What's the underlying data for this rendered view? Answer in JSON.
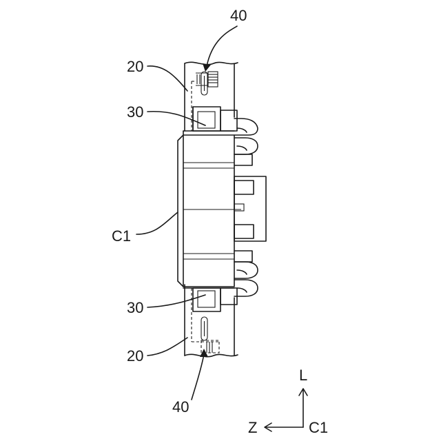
{
  "labels": {
    "part_40_top": "40",
    "part_20_top": "20",
    "part_30_top": "30",
    "part_c1": "C1",
    "part_30_bottom": "30",
    "part_20_bottom": "20",
    "part_40_bottom": "40"
  },
  "axes": {
    "vertical": "L",
    "horizontal": "Z",
    "origin": "C1"
  }
}
